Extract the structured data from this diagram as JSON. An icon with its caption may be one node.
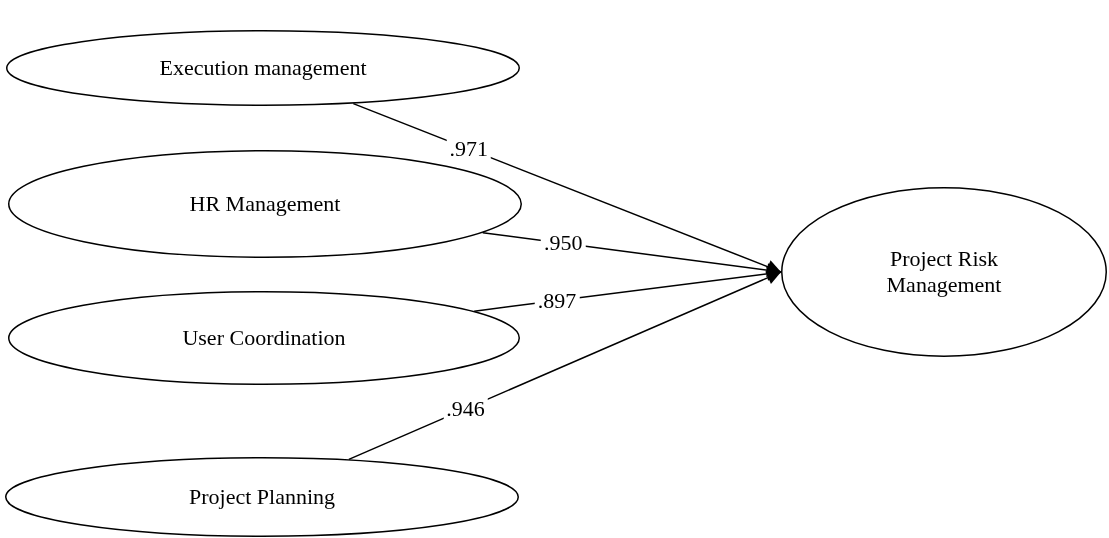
{
  "diagram": {
    "nodes": [
      {
        "text": [
          "Execution management"
        ]
      },
      {
        "text": [
          "HR Management"
        ]
      },
      {
        "text": [
          "User Coordination"
        ]
      },
      {
        "text": [
          "Project Planning"
        ]
      },
      {
        "text": [
          "Project Risk Management"
        ]
      }
    ],
    "edges": [
      {
        "from": 0,
        "to": 4,
        "arrow": "to",
        "label": ".971"
      },
      {
        "from": 1,
        "to": 4,
        "arrow": "to",
        "label": ".950"
      },
      {
        "from": 2,
        "to": 4,
        "arrow": "to",
        "label": ".897"
      },
      {
        "from": 3,
        "to": 4,
        "arrow": "to",
        "label": ".946"
      }
    ]
  }
}
